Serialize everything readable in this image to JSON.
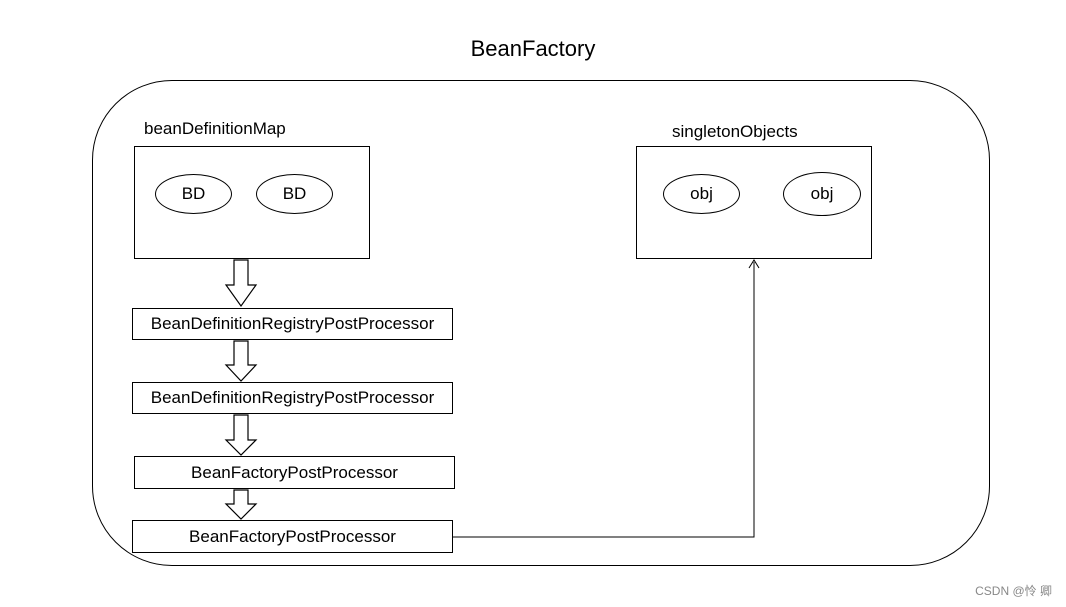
{
  "title": "BeanFactory",
  "bean_definition_map": {
    "label": "beanDefinitionMap",
    "items": [
      "BD",
      "BD"
    ]
  },
  "singleton_objects": {
    "label": "singletonObjects",
    "items": [
      "obj",
      "obj"
    ]
  },
  "processors": [
    "BeanDefinitionRegistryPostProcessor",
    "BeanDefinitionRegistryPostProcessor",
    "BeanFactoryPostProcessor",
    "BeanFactoryPostProcessor"
  ],
  "watermark": "CSDN @怜 卿"
}
